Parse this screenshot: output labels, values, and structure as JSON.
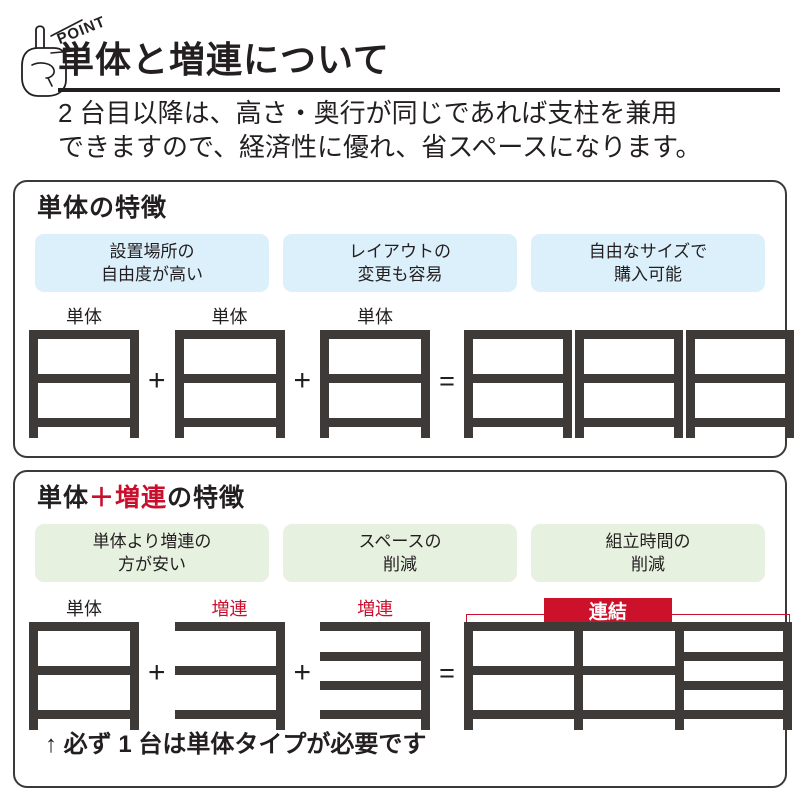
{
  "header": {
    "point_label": "POINT",
    "title": "単体と増連について",
    "lead_line1": "2 台目以降は、高さ・奥行が同じであれば支柱を兼用",
    "lead_line2": "できますので、経済性に優れ、省スペースになります。"
  },
  "colors": {
    "ink": "#231f20",
    "accent_red": "#c8102e",
    "badge_red": "#cc112a",
    "pill_blue": "#dcf0fb",
    "pill_green": "#e7f1df",
    "shelf_gray": "#3e3a38"
  },
  "section_single": {
    "title": "単体の特徴",
    "pills": [
      {
        "line1": "設置場所の",
        "line2": "自由度が高い"
      },
      {
        "line1": "レイアウトの",
        "line2": "変更も容易"
      },
      {
        "line1": "自由なサイズで",
        "line2": "購入可能"
      }
    ],
    "equation": {
      "terms": [
        {
          "label": "単体",
          "label_color": "ink"
        },
        {
          "op": "+"
        },
        {
          "label": "単体",
          "label_color": "ink"
        },
        {
          "op": "+"
        },
        {
          "label": "単体",
          "label_color": "ink"
        },
        {
          "op": "="
        }
      ],
      "plus": "+",
      "equals": "=",
      "result_units": 3
    }
  },
  "section_addon": {
    "title_part1": "単体",
    "title_plus": "＋",
    "title_part2": "増連",
    "title_part3": "の特徴",
    "pills": [
      {
        "line1": "単体より増連の",
        "line2": "方が安い"
      },
      {
        "line1": "スペースの",
        "line2": "削減"
      },
      {
        "line1": "組立時間の",
        "line2": "削減"
      }
    ],
    "equation": {
      "labels": [
        "単体",
        "増連",
        "増連"
      ],
      "plus": "+",
      "equals": "=",
      "badge": "連結"
    },
    "note": "↑ 必ず 1 台は単体タイプが必要です"
  }
}
